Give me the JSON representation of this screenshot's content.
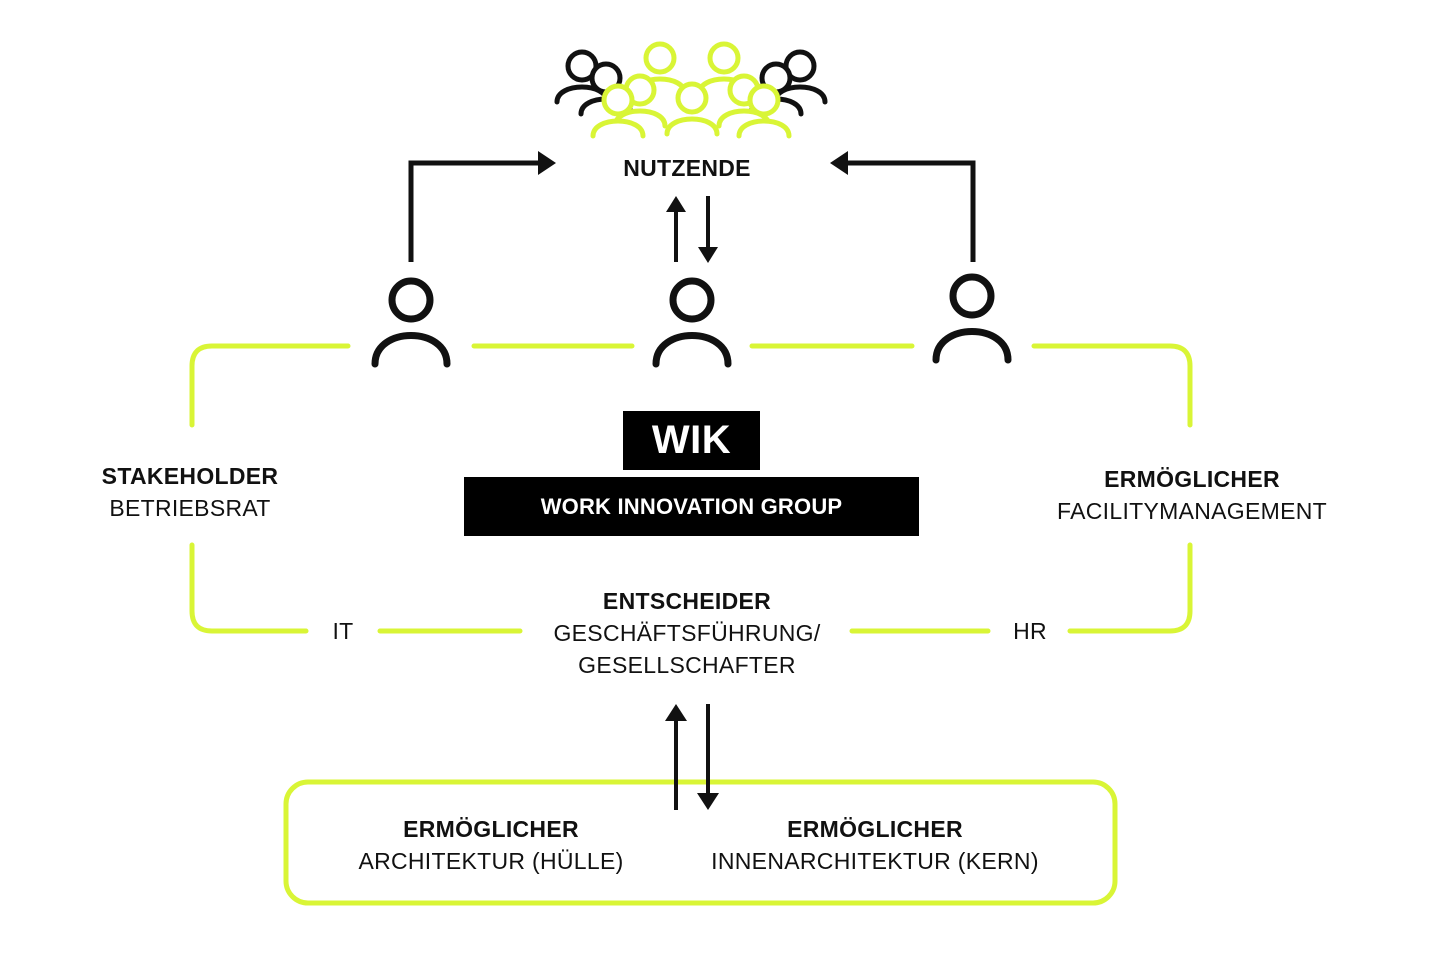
{
  "colors": {
    "accent": "#d9f536",
    "ink": "#111111",
    "box_fill": "#000000",
    "box_text": "#ffffff"
  },
  "icons": {
    "crowd": "user-group-icon",
    "person": "person-icon",
    "arrow": "arrow-icon"
  },
  "top": {
    "title": "NUTZENDE"
  },
  "center": {
    "logo": "WIK",
    "subtitle": "WORK INNOVATION GROUP"
  },
  "left": {
    "role": "STAKEHOLDER",
    "detail": "BETRIEBSRAT"
  },
  "right": {
    "role": "ERMÖGLICHER",
    "detail": "FACILITYMANAGEMENT"
  },
  "bottom_center": {
    "role": "ENTSCHEIDER",
    "line1": "GESCHÄFTSFÜHRUNG/",
    "line2": "GESELLSCHAFTER"
  },
  "side_labels": {
    "left": "IT",
    "right": "HR"
  },
  "enablers": [
    {
      "role": "ERMÖGLICHER",
      "detail": "ARCHITEKTUR (HÜLLE)"
    },
    {
      "role": "ERMÖGLICHER",
      "detail": "INNENARCHITEKTUR (KERN)"
    }
  ]
}
